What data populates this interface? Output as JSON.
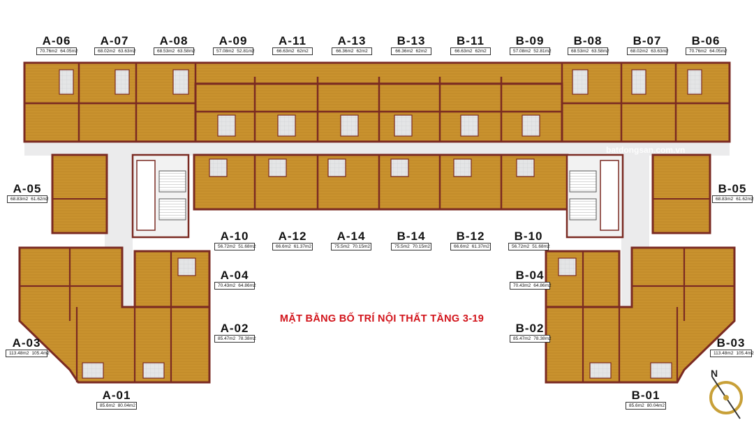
{
  "title": "MẶT BẰNG BỐ TRÍ NỘI THẤT TẦNG 3-19",
  "watermark": "batdongsan.com.vn",
  "compass": "N",
  "colors": {
    "wall": "#7a2a22",
    "floor": "#c9922e",
    "floor_dark": "#a86f1e",
    "corridor": "#e9e9ea",
    "tile": "#d8dadc",
    "title": "#d2141b"
  },
  "units": {
    "top_row": [
      {
        "code": "A-06",
        "area1": "70.76m2",
        "area2": "64.05m2"
      },
      {
        "code": "A-07",
        "area1": "68.02m2",
        "area2": "63.63m2"
      },
      {
        "code": "A-08",
        "area1": "68.53m2",
        "area2": "63.58m2"
      },
      {
        "code": "A-09",
        "area1": "57.08m2",
        "area2": "52.81m2"
      },
      {
        "code": "A-11",
        "area1": "66.63m2",
        "area2": "62m2"
      },
      {
        "code": "A-13",
        "area1": "66.36m2",
        "area2": "62m2"
      },
      {
        "code": "B-13",
        "area1": "66.36m2",
        "area2": "62m2"
      },
      {
        "code": "B-11",
        "area1": "66.63m2",
        "area2": "62m2"
      },
      {
        "code": "B-09",
        "area1": "57.08m2",
        "area2": "52.81m2"
      },
      {
        "code": "B-08",
        "area1": "68.53m2",
        "area2": "63.58m2"
      },
      {
        "code": "B-07",
        "area1": "68.02m2",
        "area2": "63.63m2"
      },
      {
        "code": "B-06",
        "area1": "70.76m2",
        "area2": "64.05m2"
      }
    ],
    "mid_row": [
      {
        "code": "A-10",
        "area1": "56.72m2",
        "area2": "51.68m2"
      },
      {
        "code": "A-12",
        "area1": "66.6m2",
        "area2": "61.37m2"
      },
      {
        "code": "A-14",
        "area1": "75.5m2",
        "area2": "70.15m2"
      },
      {
        "code": "B-14",
        "area1": "75.5m2",
        "area2": "70.15m2"
      },
      {
        "code": "B-12",
        "area1": "66.6m2",
        "area2": "61.37m2"
      },
      {
        "code": "B-10",
        "area1": "56.72m2",
        "area2": "51.68m2"
      }
    ],
    "side": {
      "a05": {
        "code": "A-05",
        "area1": "68.83m2",
        "area2": "61.62m2"
      },
      "b05": {
        "code": "B-05",
        "area1": "68.83m2",
        "area2": "61.62m2"
      },
      "a04": {
        "code": "A-04",
        "area1": "70.43m2",
        "area2": "64.86m2"
      },
      "b04": {
        "code": "B-04",
        "area1": "70.43m2",
        "area2": "64.86m2"
      },
      "a02": {
        "code": "A-02",
        "area1": "85.47m2",
        "area2": "78.38m2"
      },
      "b02": {
        "code": "B-02",
        "area1": "85.47m2",
        "area2": "78.38m2"
      },
      "a03": {
        "code": "A-03",
        "area1": "113.48m2",
        "area2": "105.4m2"
      },
      "b03": {
        "code": "B-03",
        "area1": "113.48m2",
        "area2": "105.4m2"
      },
      "a01": {
        "code": "A-01",
        "area1": "85.6m2",
        "area2": "80.04m2"
      },
      "b01": {
        "code": "B-01",
        "area1": "85.6m2",
        "area2": "80.04m2"
      }
    }
  }
}
